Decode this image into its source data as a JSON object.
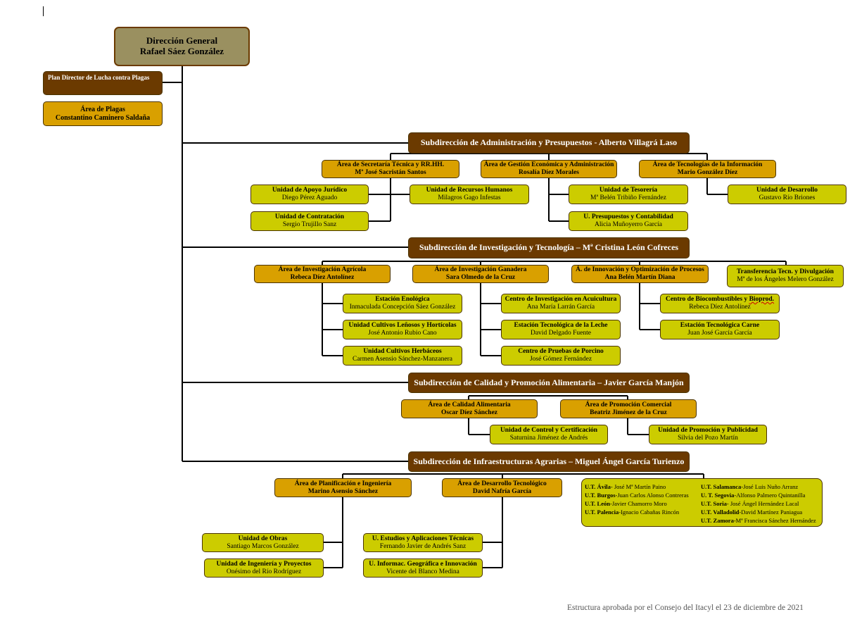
{
  "director": {
    "title": "Dirección General",
    "name": "Rafael Sáez González"
  },
  "plan": {
    "title": "Plan Director de Lucha contra Plagas"
  },
  "area_plagas": {
    "title": "Área de Plagas",
    "name": "Constantino Caminero Saldaña"
  },
  "sub1": {
    "title": "Subdirección de Administración y Presupuestos - Alberto Villagrá Laso"
  },
  "s1a1": {
    "title": "Área de Secretaría Técnica y RR.HH.",
    "name": "Mª José Sacristán Santos"
  },
  "s1a2": {
    "title": "Área de Gestión Económica y Administración",
    "name": "Rosalía Díez Morales"
  },
  "s1a3": {
    "title": "Área de Tecnologías de la Información",
    "name": "Mario González Díez"
  },
  "u_apoyo": {
    "title": "Unidad de Apoyo Jurídico",
    "name": "Diego Pérez Aguado"
  },
  "u_rrhh": {
    "title": "Unidad de Recursos Humanos",
    "name": "Milagros Gago Infestas"
  },
  "u_contrat": {
    "title": "Unidad de Contratación",
    "name": "Sergio Trujillo Sanz"
  },
  "u_tesor": {
    "title": "Unidad de Tesorería",
    "name": "Mª Belén Tribiño Fernández"
  },
  "u_presup": {
    "title": "U. Presupuestos y Contabilidad",
    "name": "Alicia Muñoyerro García"
  },
  "u_desarr": {
    "title": "Unidad de Desarrollo",
    "name": "Gustavo Río Briones"
  },
  "sub2": {
    "title": "Subdirección de Investigación y Tecnología – Mª Cristina León Cofreces"
  },
  "s2a1": {
    "title": "Área de Investigación Agrícola",
    "name": "Rebeca Díez Antolínez"
  },
  "s2a2": {
    "title": "Área de Investigación Ganadera",
    "name": "Sara Olmedo de la Cruz"
  },
  "s2a3": {
    "title": "Á. de Innovación y Optimización de Procesos",
    "name": "Ana Belén Martín Diana"
  },
  "s2a4": {
    "title": "Transferencia Tecn. y Divulgación",
    "name": "Mª de los Ángeles Melero González"
  },
  "e_enol": {
    "title": "Estación Enológica",
    "name": "Inmaculada Concepción Sáez González"
  },
  "u_lenosos": {
    "title": "Unidad Cultivos Leñosos y Hortícolas",
    "name": "José Antonio Rubio Cano"
  },
  "u_herbac": {
    "title": "Unidad Cultivos Herbáceos",
    "name": "Carmen Asensio Sánchez-Manzanera"
  },
  "c_acui": {
    "title": "Centro de Investigación en Acuicultura",
    "name": "Ana María Larrán García"
  },
  "e_leche": {
    "title": "Estación Tecnológica de la Leche",
    "name": "David Delgado Fuente"
  },
  "c_porcino": {
    "title": "Centro de Pruebas de Porcino",
    "name": "José Gómez Fernández"
  },
  "c_biocomb": {
    "title": "Centro de Biocombustibles y",
    "title_b": "Bioprod.",
    "name": "Rebeca Díez Antolínez"
  },
  "e_carne": {
    "title": "Estación Tecnológica Carne",
    "name": "Juan José García García"
  },
  "sub3": {
    "title": "Subdirección de Calidad y Promoción Alimentaria – Javier García Manjón"
  },
  "s3a1": {
    "title": "Área de Calidad Alimentaria",
    "name": "Oscar Díez Sánchez"
  },
  "s3a2": {
    "title": "Área de Promoción Comercial",
    "name": "Beatriz Jiménez de la Cruz"
  },
  "u_control": {
    "title": "Unidad de Control y Certificación",
    "name": "Saturnina Jiménez de Andrés"
  },
  "u_promo": {
    "title": "Unidad de Promoción y Publicidad",
    "name": "Silvia del Pozo Martín"
  },
  "sub4": {
    "title": "Subdirección de Infraestructuras Agrarias – Miguel Ángel García Turienzo"
  },
  "s4a1": {
    "title": "Área de Planificación e Ingeniería",
    "name": "Marino Asensio Sánchez"
  },
  "s4a2": {
    "title": "Área de Desarrollo Tecnológico",
    "name": "David Nafría García"
  },
  "u_obras": {
    "title": "Unidad de Obras",
    "name": "Santiago Marcos González"
  },
  "u_ing": {
    "title": "Unidad de Ingeniería y Proyectos",
    "name": "Onésimo del Río Rodríguez"
  },
  "u_estudios": {
    "title": "U. Estudios y Aplicaciones Técnicas",
    "name": "Fernando Javier de Andrés Sanz"
  },
  "u_geo": {
    "title": "U. Informac. Geográfica e Innovación",
    "name": "Vicente del Blanco Medina"
  },
  "ut_left": [
    {
      "p": "U.T. Ávila",
      "n": "- José Mª Martín Paino"
    },
    {
      "p": "U.T. Burgos",
      "n": "-Juan Carlos Alonso Contreras"
    },
    {
      "p": "U.T. León",
      "n": "-Javier Chamorro Moro"
    },
    {
      "p": "U.T. Palencia",
      "n": "-Ignacio Cabañas Rincón"
    }
  ],
  "ut_right": [
    {
      "p": "U.T. Salamanca",
      "n": "-José Luis Nuño Arranz"
    },
    {
      "p": "U. T. Segovia",
      "n": "-Alfonso Palmero Quintanilla"
    },
    {
      "p": "U.T. Soria",
      "n": "- José Ángel Hernández Lacal"
    },
    {
      "p": "U.T. Valladolid",
      "n": "-David Martínez Paniagua"
    },
    {
      "p": "U.T. Zamora",
      "n": "-Mª Francisca Sánchez Hernández"
    }
  ],
  "footer": {
    "text": "Estructura aprobada por el Consejo del Itacyl el 23 de diciembre de 2021"
  }
}
